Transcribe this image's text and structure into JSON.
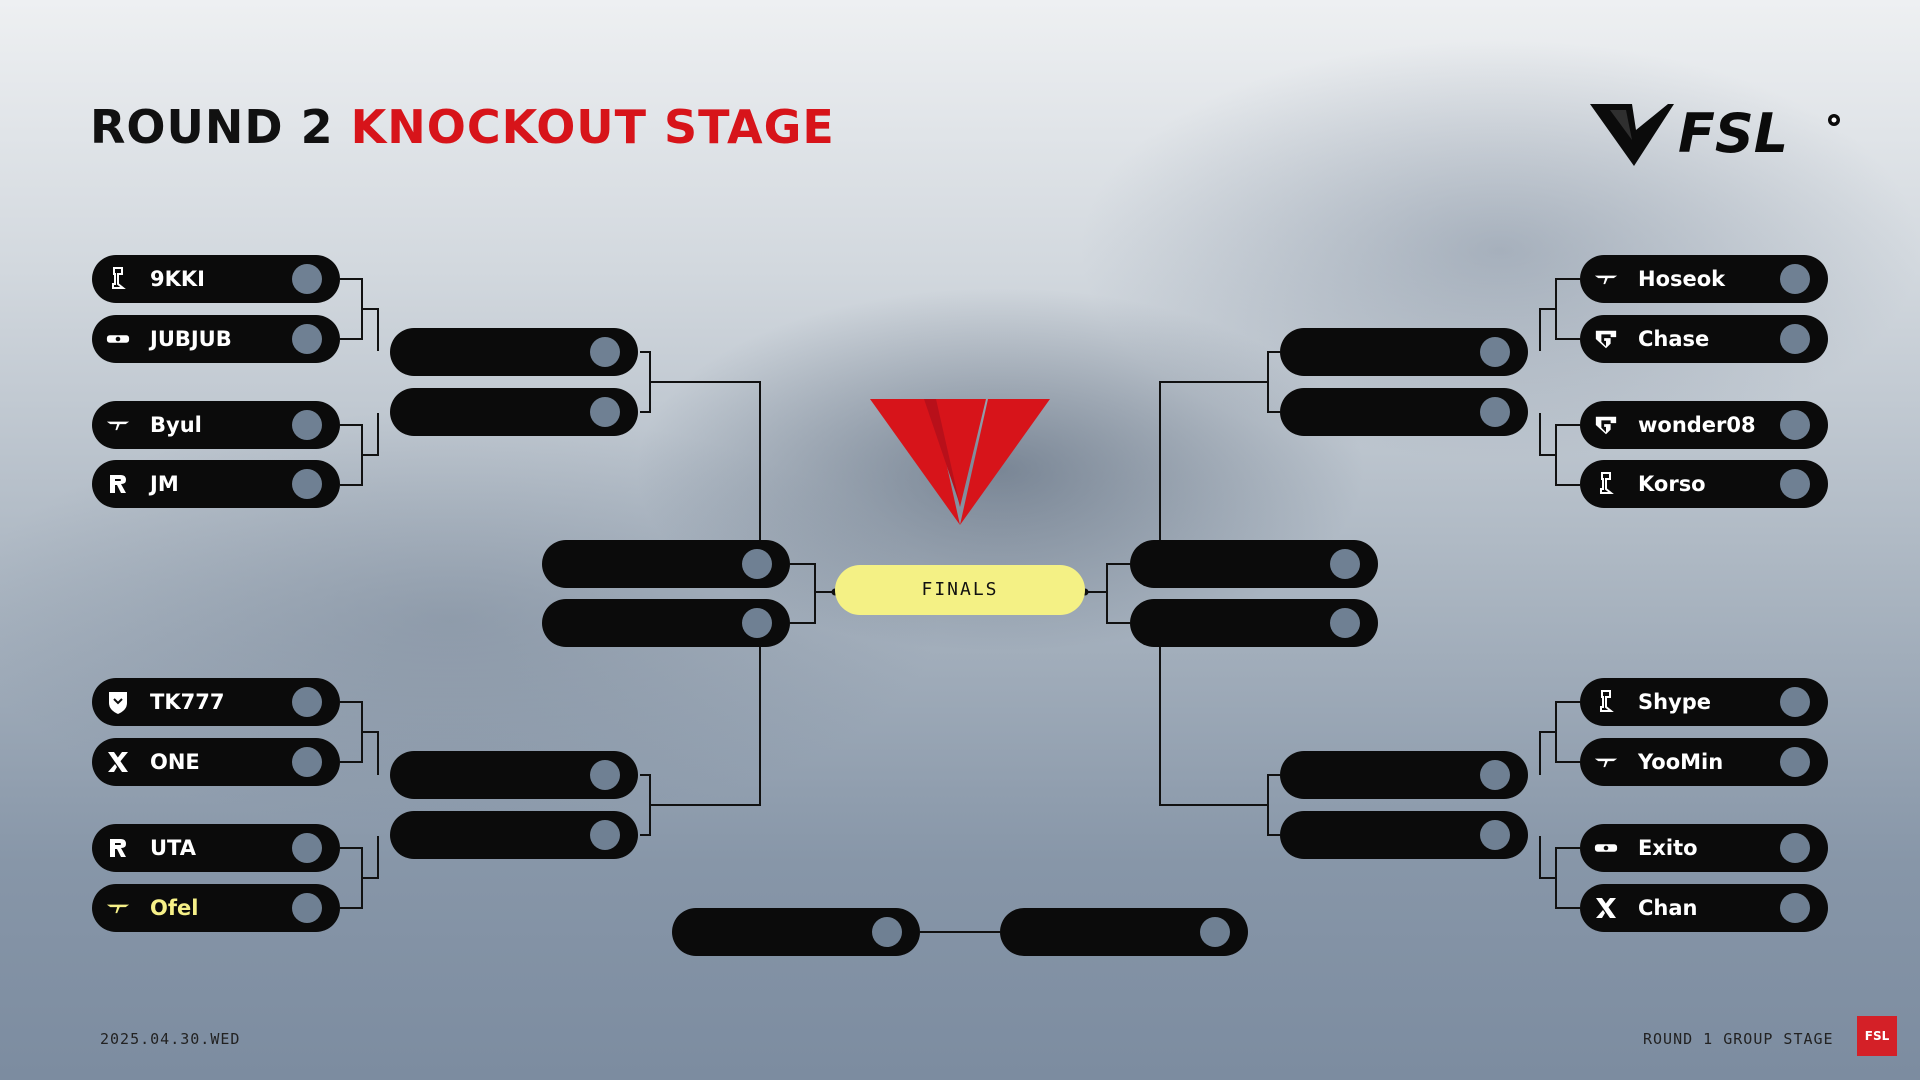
{
  "header": {
    "title_part1": "ROUND 2",
    "title_part2": "KNOCKOUT STAGE",
    "brand": "FSL"
  },
  "colors": {
    "accent_red": "#d7141a",
    "finals_yellow": "#f4f185",
    "highlight_text": "#f6f088",
    "slot_bg": "#0b0b0b",
    "dot": "#6f8093"
  },
  "bracket": {
    "left_top": [
      {
        "name": "9KKI",
        "icon": "team-logo-icon"
      },
      {
        "name": "JUBJUB",
        "icon": "team-logo-icon"
      },
      {
        "name": "Byul",
        "icon": "t1-logo-icon"
      },
      {
        "name": "JM",
        "icon": "r-logo-icon"
      }
    ],
    "left_bottom": [
      {
        "name": "TK777",
        "icon": "shield-logo-icon"
      },
      {
        "name": "ONE",
        "icon": "x-logo-icon"
      },
      {
        "name": "UTA",
        "icon": "r-logo-icon"
      },
      {
        "name": "Ofel",
        "icon": "t1-logo-icon",
        "highlight": true
      }
    ],
    "right_top": [
      {
        "name": "Hoseok",
        "icon": "t1-logo-icon"
      },
      {
        "name": "Chase",
        "icon": "gen-logo-icon"
      },
      {
        "name": "wonder08",
        "icon": "gen-logo-icon"
      },
      {
        "name": "Korso",
        "icon": "team-logo-icon"
      }
    ],
    "right_bottom": [
      {
        "name": "Shype",
        "icon": "team-logo-icon"
      },
      {
        "name": "YooMin",
        "icon": "t1-logo-icon"
      },
      {
        "name": "Exito",
        "icon": "team-logo-icon"
      },
      {
        "name": "Chan",
        "icon": "x-logo-icon"
      }
    ],
    "finals_label": "FINALS"
  },
  "footer": {
    "date": "2025.04.30.WED",
    "next_stage": "ROUND 1 GROUP STAGE",
    "badge": "FSL"
  }
}
